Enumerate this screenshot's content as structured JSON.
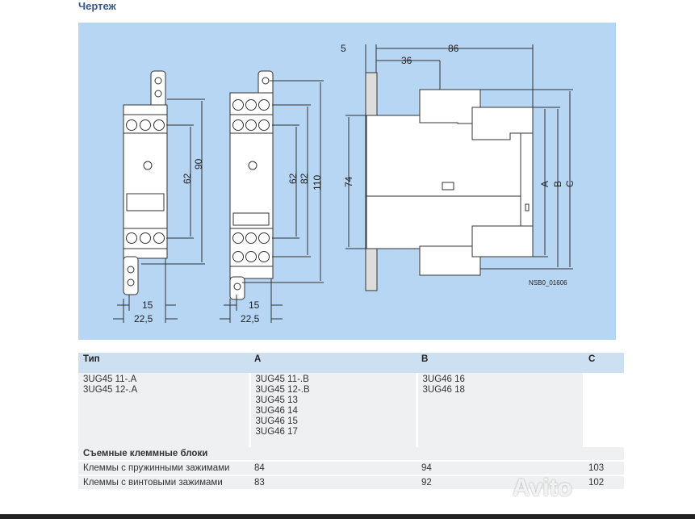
{
  "title": "Чертеж",
  "drawing": {
    "front1": {
      "dim_inner": "62",
      "dim_outer": "90",
      "width_inner": "15",
      "width_outer": "22,5"
    },
    "front2": {
      "dim_inner": "62",
      "dim_mid": "82",
      "dim_outer": "110",
      "width_inner": "15",
      "width_outer": "22,5"
    },
    "side": {
      "offset": "5",
      "depth_total": "86",
      "depth_partial": "36",
      "height": "74",
      "dim_a": "A",
      "dim_b": "B",
      "dim_c": "C",
      "code": "NSB0_01606"
    }
  },
  "table": {
    "headers": [
      "Тип",
      "A",
      "B",
      "C"
    ],
    "type_col": [
      "3UG45 11-.A",
      "3UG45 12-.A"
    ],
    "a_col": [
      "3UG45 11-.B",
      "3UG45 12-.B",
      "3UG45 13",
      "3UG46 14",
      "3UG46 15",
      "3UG46 17"
    ],
    "b_col": [
      "3UG46 16",
      "3UG46 18"
    ],
    "section": "Съемные клеммные блоки",
    "rows": [
      {
        "label": "Клеммы с пружинными зажимами",
        "a": "84",
        "b": "94",
        "c": "103"
      },
      {
        "label": "Клеммы с винтовыми зажимами",
        "a": "83",
        "b": "92",
        "c": "102"
      }
    ]
  },
  "watermark": "Avito"
}
